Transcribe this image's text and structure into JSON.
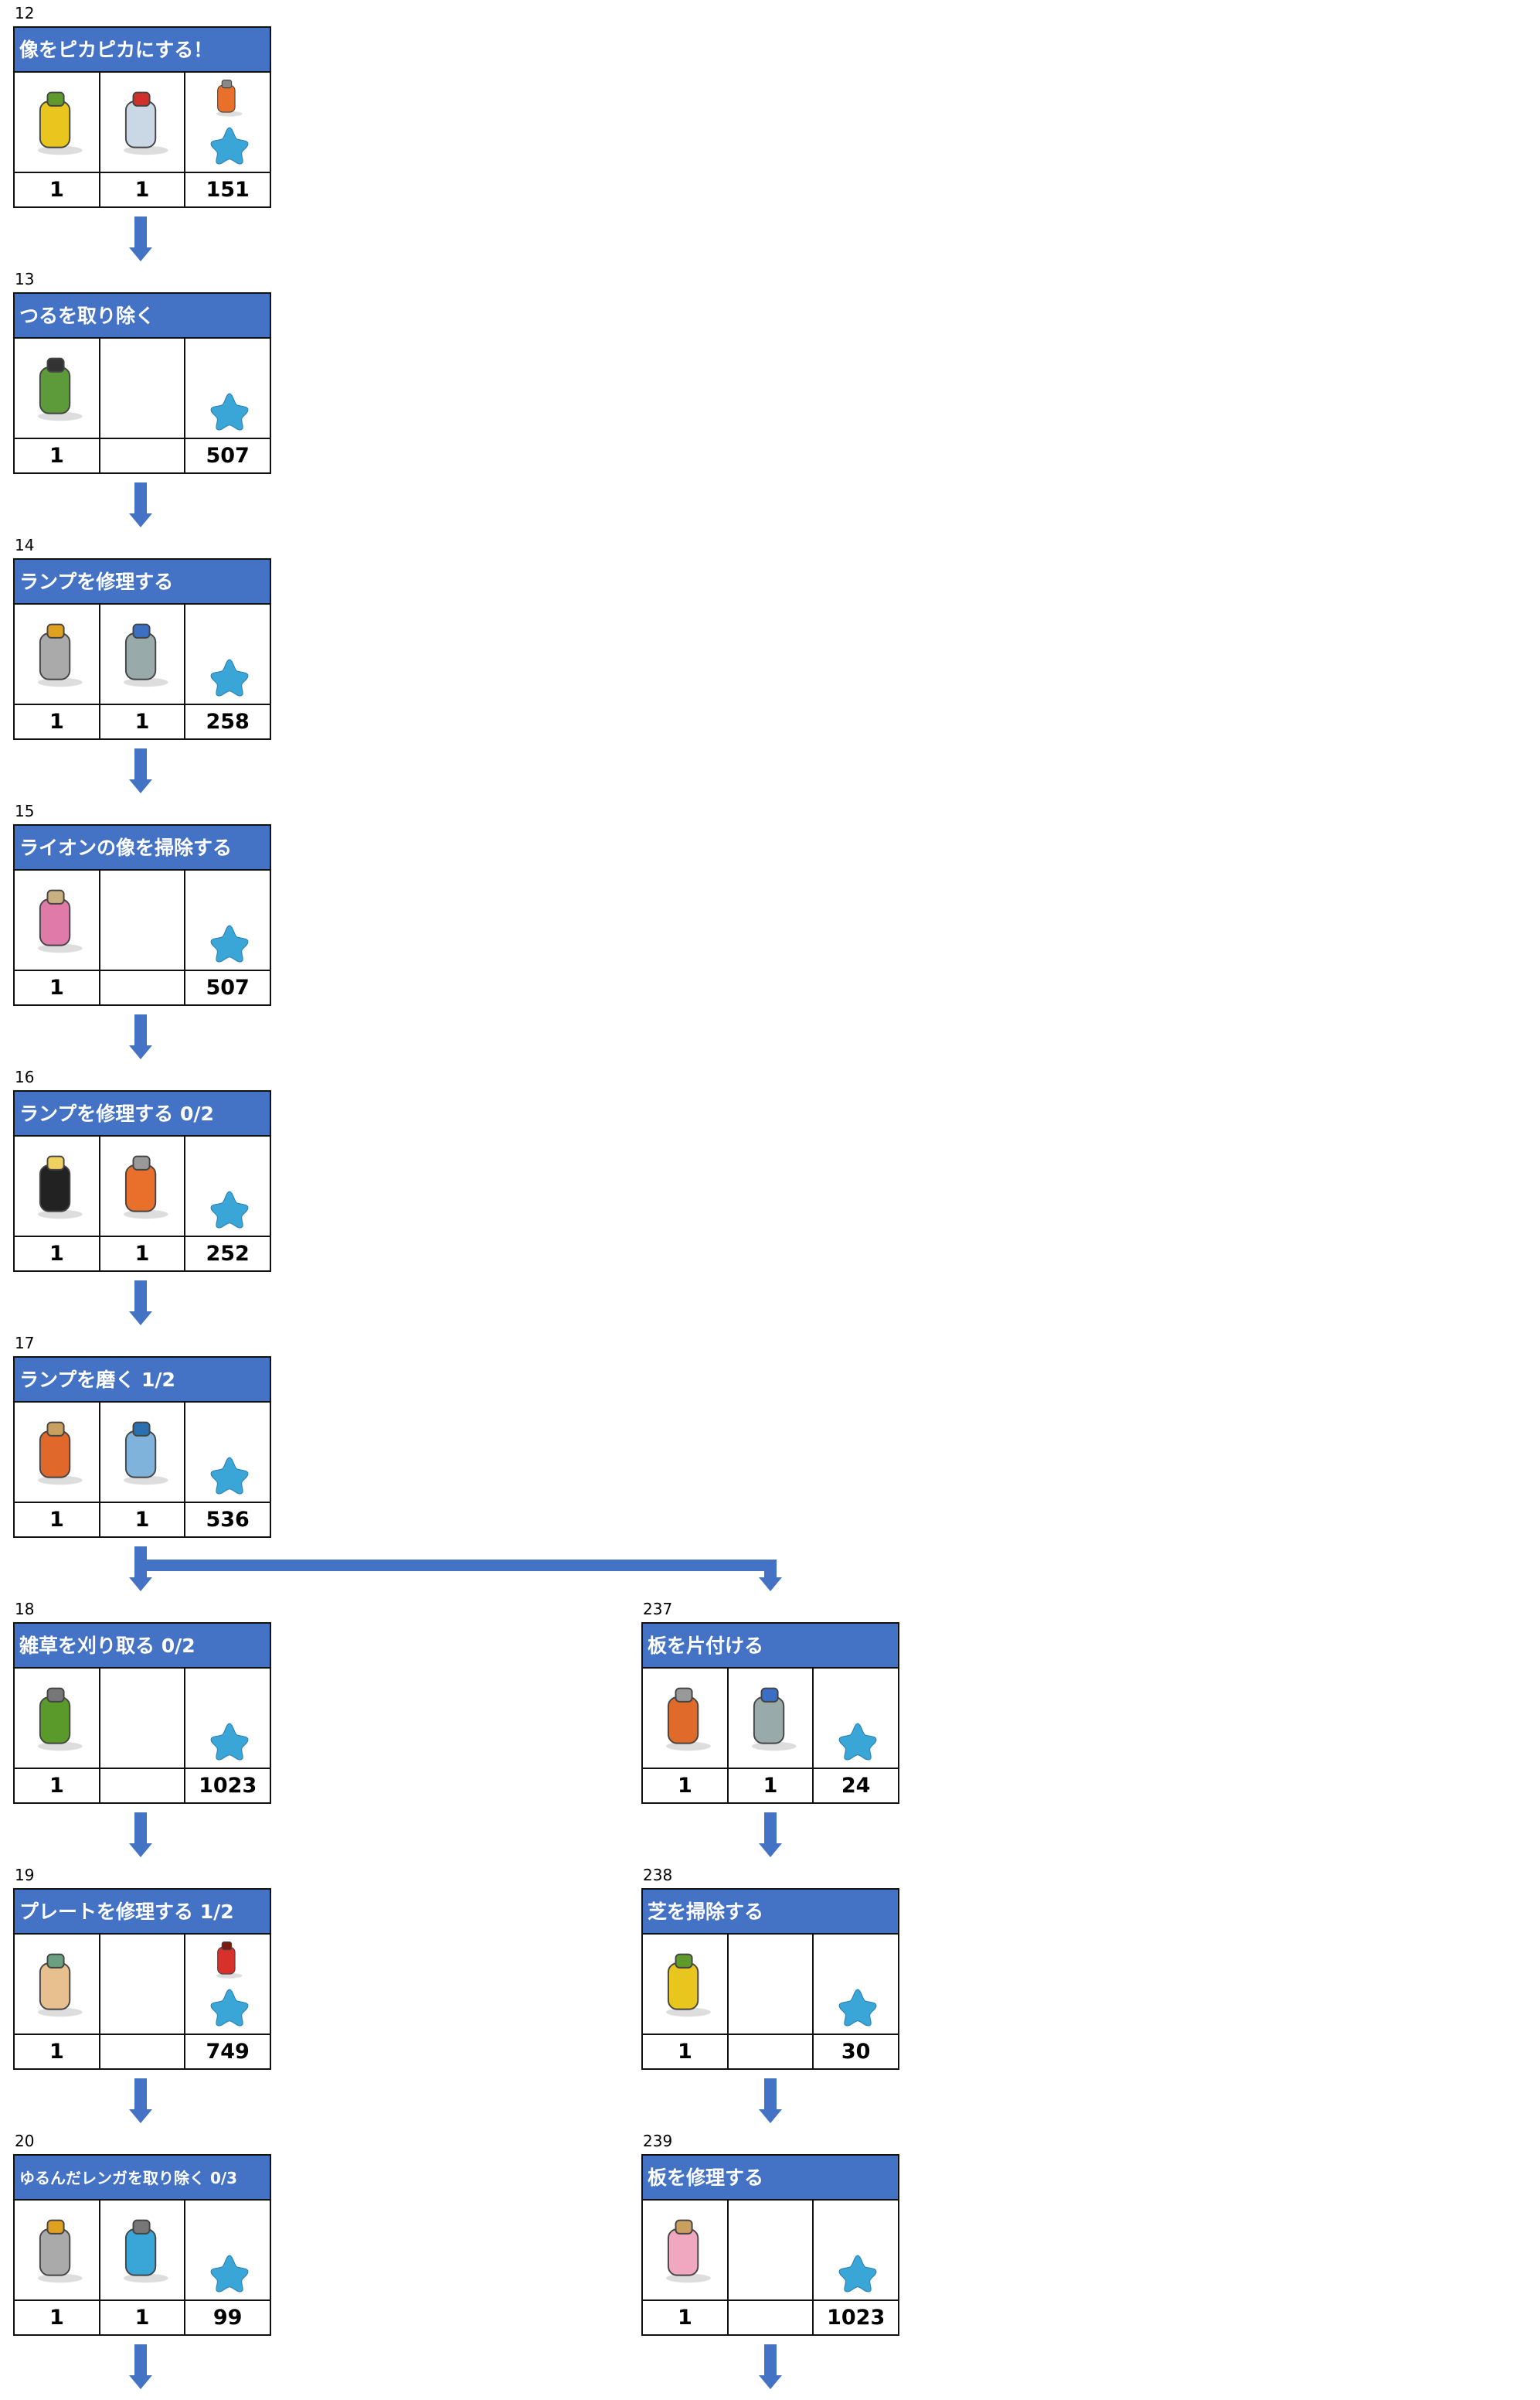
{
  "colors": {
    "header": "#4472c4",
    "arrow": "#4472c4",
    "reward": "#3aa6d8"
  },
  "left_column": [
    {
      "id": "12",
      "title": "像をピカピカにする！",
      "items": [
        "gloves-icon",
        "bottle-icon"
      ],
      "reward_extra": "cement-mixer-icon",
      "counts": [
        "1",
        "1",
        "151"
      ]
    },
    {
      "id": "13",
      "title": "つるを取り除く",
      "items": [
        "shovel-icon",
        null
      ],
      "counts": [
        "1",
        "",
        "507"
      ]
    },
    {
      "id": "14",
      "title": "ランプを修理する",
      "items": [
        "hammer-icon",
        "screws-icon"
      ],
      "counts": [
        "1",
        "1",
        "258"
      ]
    },
    {
      "id": "15",
      "title": "ライオンの像を掃除する",
      "items": [
        "duster-icon",
        null
      ],
      "counts": [
        "1",
        "",
        "507"
      ]
    },
    {
      "id": "16",
      "title": "ランプを修理する 0/2",
      "items": [
        "lantern-icon",
        "pliers-icon"
      ],
      "counts": [
        "1",
        "1",
        "252"
      ]
    },
    {
      "id": "17",
      "title": "ランプを磨く 1/2",
      "items": [
        "brush-bucket-icon",
        "cleaner-bottle-icon"
      ],
      "counts": [
        "1",
        "1",
        "536"
      ]
    },
    {
      "id": "18",
      "title": "雑草を刈り取る 0/2",
      "items": [
        "chainsaw-icon",
        null
      ],
      "counts": [
        "1",
        "",
        "1023"
      ]
    },
    {
      "id": "19",
      "title": "プレートを修理する 1/2",
      "items": [
        "plate-icon",
        null
      ],
      "reward_extra": "toolbox-icon",
      "counts": [
        "1",
        "",
        "749"
      ]
    },
    {
      "id": "20",
      "title": "ゆるんだレンガを取り除く 0/3",
      "items": [
        "hammer-icon",
        "hose-reel-icon"
      ],
      "counts": [
        "1",
        "1",
        "99"
      ],
      "small": true
    }
  ],
  "right_column": [
    {
      "id": "237",
      "title": "板を片付ける",
      "items": [
        "crowbar-icon",
        "screws-icon"
      ],
      "counts": [
        "1",
        "1",
        "24"
      ]
    },
    {
      "id": "238",
      "title": "芝を掃除する",
      "items": [
        "gloves-icon",
        null
      ],
      "counts": [
        "1",
        "",
        "30"
      ]
    },
    {
      "id": "239",
      "title": "板を修理する",
      "items": [
        "dustpan-icon",
        null
      ],
      "counts": [
        "1",
        "",
        "1023"
      ]
    }
  ]
}
